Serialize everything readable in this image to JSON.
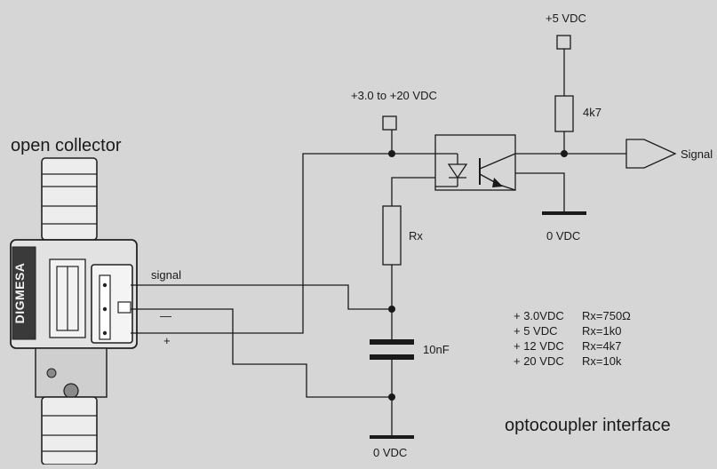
{
  "diagram": {
    "left_title": "open collector",
    "right_title": "optocoupler interface",
    "sensor_brand": "DIGMESA",
    "wire_labels": {
      "signal": "signal",
      "minus": "—",
      "plus": "+"
    },
    "supply_top": "+5 VDC",
    "supply_mid": "+3.0 to +20 VDC",
    "pullup_resistor": "4k7",
    "series_resistor": "Rx",
    "capacitor": "10nF",
    "ground_1": "0 VDC",
    "ground_2": "0 VDC",
    "output_label": "Signal",
    "rx_table": [
      {
        "voltage": "+ 3.0VDC",
        "rx": "Rx=750Ω"
      },
      {
        "voltage": "+ 5 VDC",
        "rx": "Rx=1k0"
      },
      {
        "voltage": "+ 12 VDC",
        "rx": "Rx=4k7"
      },
      {
        "voltage": "+ 20 VDC",
        "rx": "Rx=10k"
      }
    ]
  }
}
